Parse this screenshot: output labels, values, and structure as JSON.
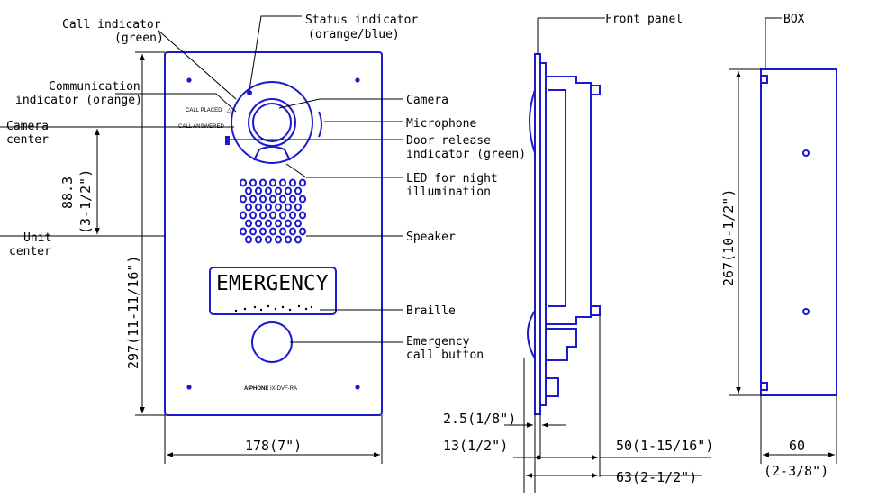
{
  "front": {
    "panel_text": {
      "emergency": "EMERGENCY",
      "call_placed": "CALL PLACED",
      "call_answered": "CALL ANSWERED",
      "brand": "AIPHONE",
      "model": "IX-DVF-RA"
    },
    "callouts": {
      "call_indicator": [
        "Call indicator",
        "(green)"
      ],
      "status_indicator": [
        "Status indicator",
        "(orange/blue)"
      ],
      "communication_indicator": [
        "Communication",
        "indicator (orange)"
      ],
      "camera_center": [
        "Camera",
        "center"
      ],
      "unit_center": [
        "Unit",
        "center"
      ],
      "camera": [
        "Camera"
      ],
      "microphone": [
        "Microphone"
      ],
      "door_release": [
        "Door release",
        "indicator (green)"
      ],
      "led": [
        "LED for night",
        "illumination"
      ],
      "speaker": [
        "Speaker"
      ],
      "braille": [
        "Braille"
      ],
      "emergency_button": [
        "Emergency",
        "call button"
      ]
    },
    "dimensions": {
      "height": "297(11-11/16\")",
      "offset": "88.3",
      "offset_in": "(3-1/2\")",
      "width": "178(7\")"
    }
  },
  "side": {
    "front_panel": "Front panel",
    "dims": {
      "d1": "2.5(1/8\")",
      "d2": "13(1/2\")",
      "d3": "50(1-15/16\")",
      "d4": "63(2-1/2\")"
    }
  },
  "box": {
    "label": "BOX",
    "height": "267(10-1/2\")",
    "width": "60",
    "width_in": "(2-3/8\")"
  },
  "colors": {
    "outline": "#1a1acc",
    "line": "#000000"
  }
}
